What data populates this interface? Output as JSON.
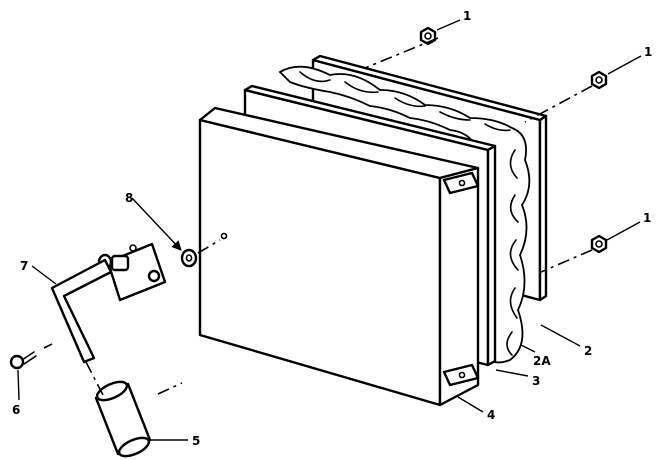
{
  "callouts": [
    {
      "id": "c1a",
      "text": "1"
    },
    {
      "id": "c1b",
      "text": "1"
    },
    {
      "id": "c1c",
      "text": "1"
    },
    {
      "id": "c2",
      "text": "2"
    },
    {
      "id": "c2a",
      "text": "2A"
    },
    {
      "id": "c3",
      "text": "3"
    },
    {
      "id": "c4",
      "text": "4"
    },
    {
      "id": "c5",
      "text": "5"
    },
    {
      "id": "c6",
      "text": "6"
    },
    {
      "id": "c7",
      "text": "7"
    },
    {
      "id": "c8",
      "text": "8"
    }
  ]
}
